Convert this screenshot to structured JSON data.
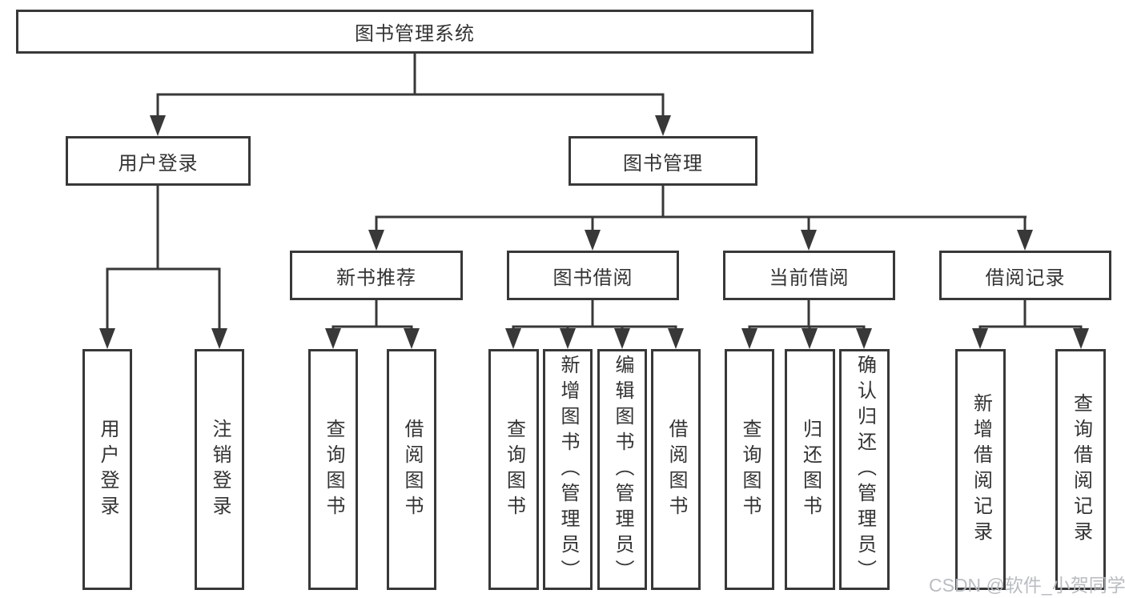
{
  "diagram": {
    "root": "图书管理系统",
    "level2": [
      "用户登录",
      "图书管理"
    ],
    "level3": [
      "新书推荐",
      "图书借阅",
      "当前借阅",
      "借阅记录"
    ],
    "leaves": {
      "user_login": [
        "用户登录",
        "注销登录"
      ],
      "new_book": [
        "查询图书",
        "借阅图书"
      ],
      "book_borrow": [
        "查询图书",
        "新增图书（管理员）",
        "编辑图书（管理员）",
        "借阅图书"
      ],
      "current_borrow": [
        "查询图书",
        "归还图书",
        "确认归还（管理员）"
      ],
      "borrow_record": [
        "新增借阅记录",
        "查询借阅记录"
      ]
    },
    "edges": [
      {
        "parent": "图书管理系统",
        "children": [
          "用户登录",
          "图书管理"
        ]
      },
      {
        "parent": "用户登录",
        "children": [
          "用户登录",
          "注销登录"
        ]
      },
      {
        "parent": "图书管理",
        "children": [
          "新书推荐",
          "图书借阅",
          "当前借阅",
          "借阅记录"
        ]
      },
      {
        "parent": "新书推荐",
        "children": [
          "查询图书",
          "借阅图书"
        ]
      },
      {
        "parent": "图书借阅",
        "children": [
          "查询图书",
          "新增图书（管理员）",
          "编辑图书（管理员）",
          "借阅图书"
        ]
      },
      {
        "parent": "当前借阅",
        "children": [
          "查询图书",
          "归还图书",
          "确认归还（管理员）"
        ]
      },
      {
        "parent": "借阅记录",
        "children": [
          "新增借阅记录",
          "查询借阅记录"
        ]
      }
    ],
    "watermark": "CSDN @软件_小贺同学"
  },
  "colors": {
    "line": "#383838",
    "text": "#333333",
    "box_background": "#ffffff",
    "watermark": "#b5b9be"
  }
}
